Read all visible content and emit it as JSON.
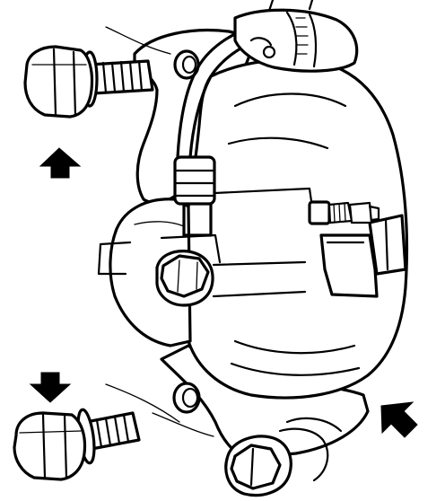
{
  "figure": {
    "subject": "brake-caliper-assembly",
    "background_color": "#ffffff",
    "ink_color": "#000000",
    "arrows": [
      {
        "name": "up-arrow-icon",
        "direction": "up"
      },
      {
        "name": "down-arrow-icon",
        "direction": "down"
      },
      {
        "name": "diagonal-arrow-icon",
        "direction": "up-left"
      }
    ],
    "bolts": [
      {
        "name": "upper-mounting-bolt"
      },
      {
        "name": "lower-mounting-bolt"
      }
    ]
  }
}
